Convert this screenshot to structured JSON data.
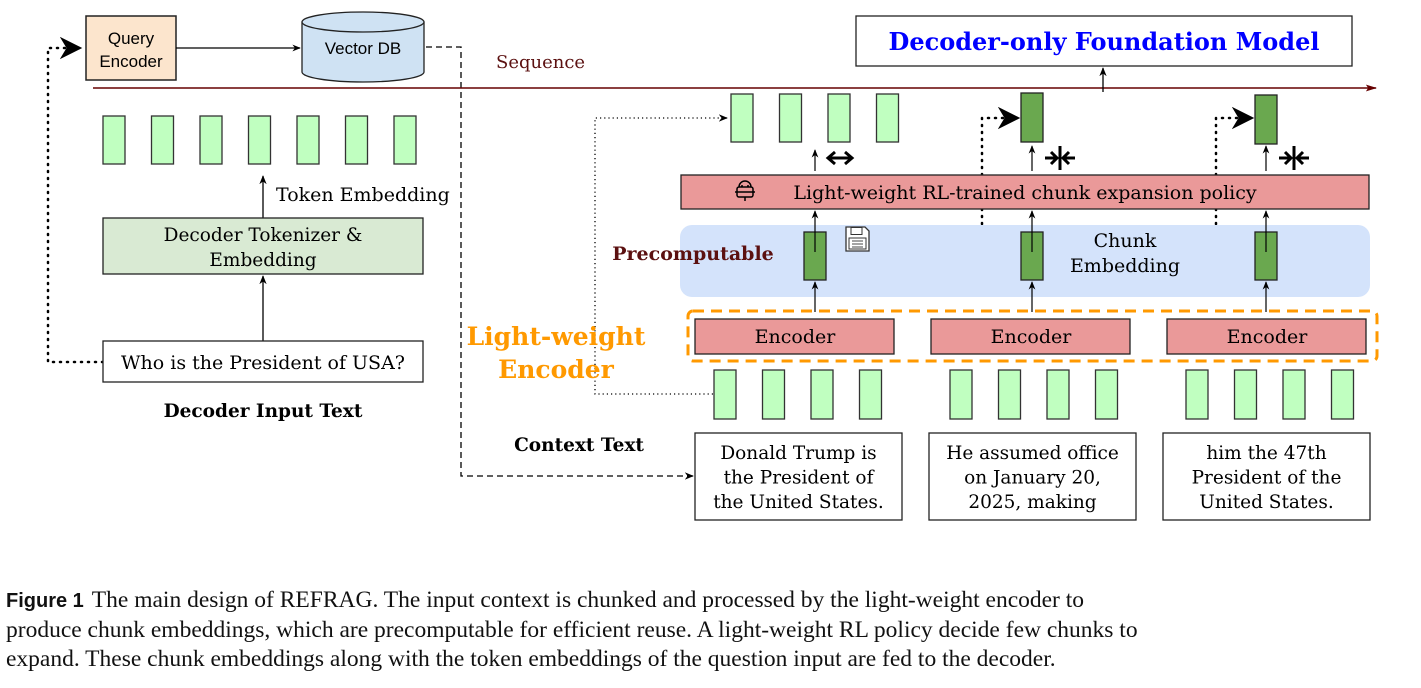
{
  "left_panel": {
    "query_encoder": {
      "line1": "Query",
      "line2": "Encoder"
    },
    "vector_db": "Vector DB",
    "token_embedding_label": "Token Embedding",
    "tokenizer_box": {
      "line1": "Decoder Tokenizer &",
      "line2": "Embedding"
    },
    "question": "Who is the President of USA?",
    "decoder_input_label": "Decoder Input Text",
    "token_count": 7
  },
  "sequence_label": "Sequence",
  "foundation_model": "Decoder-only Foundation Model",
  "policy_bar": {
    "label": "Light-weight RL-trained chunk expansion policy",
    "icon": "robot-icon"
  },
  "precomputable_label": "Precomputable",
  "chunk_embedding_label": {
    "line1": "Chunk",
    "line2": "Embedding"
  },
  "save_icon": "floppy-disk-icon",
  "light_weight_encoder_label": {
    "line1": "Light-weight",
    "line2": "Encoder"
  },
  "context_text_label": "Context Text",
  "chunks": [
    {
      "encoder": "Encoder",
      "text": [
        "Donald Trump is",
        "the President of",
        "the United States."
      ],
      "action": "expand",
      "action_icon": "expand-arrows-icon"
    },
    {
      "encoder": "Encoder",
      "text": [
        "He assumed office",
        "on January 20,",
        "2025, making"
      ],
      "action": "compress",
      "action_icon": "compress-arrows-icon"
    },
    {
      "encoder": "Encoder",
      "text": [
        "him the 47th",
        "President of the",
        "United States."
      ],
      "action": "compress",
      "action_icon": "compress-arrows-icon"
    }
  ],
  "colors": {
    "token_green": "#c0ffc0",
    "chunk_green": "#6aa84f",
    "encoder_red": "#ea9999",
    "query_orange": "#fce5cd",
    "db_blue": "#cfe2f3",
    "tokenizer_green": "#d9ead3",
    "precompute_blue": "#d4e3fb",
    "orange_accent": "#ff9900",
    "title_blue": "#0000ff",
    "sequence_brown": "#660000"
  },
  "caption": {
    "label": "Figure 1",
    "lines": [
      "The main design of REFRAG. The input context is chunked and processed by the light-weight encoder to",
      "produce chunk embeddings, which are precomputable for efficient reuse. A light-weight RL policy decide few chunks to",
      "expand. These chunk embeddings along with the token embeddings of the question input are fed to the decoder."
    ]
  }
}
